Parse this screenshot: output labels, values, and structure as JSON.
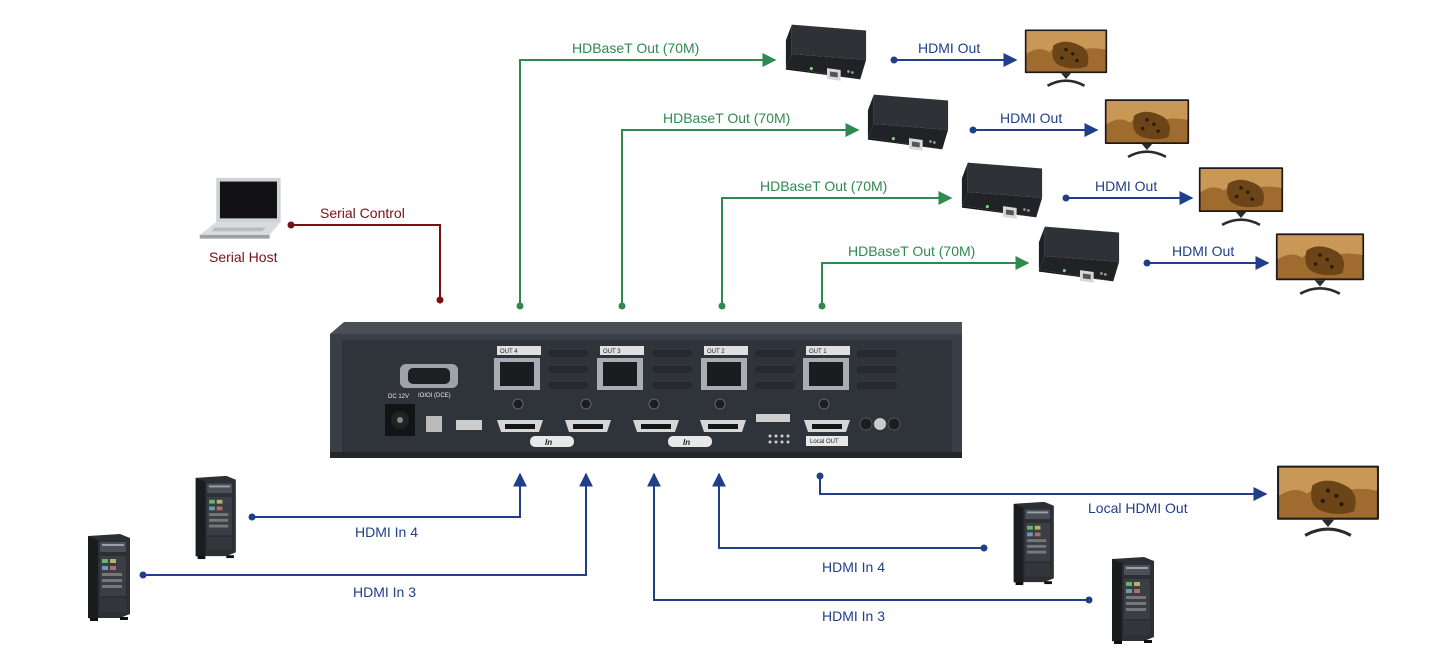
{
  "colors": {
    "serial": "#7a0f14",
    "hdbaset": "#2e8a4e",
    "hdmi": "#1f3f8a",
    "device_body": "#3a3e46",
    "device_face": "#2f333a"
  },
  "labels": {
    "serial_host": "Serial Host",
    "serial_control": "Serial Control",
    "hdbaset_out_1": "HDBaseT Out (70M)",
    "hdbaset_out_2": "HDBaseT Out (70M)",
    "hdbaset_out_3": "HDBaseT Out (70M)",
    "hdbaset_out_4": "HDBaseT Out (70M)",
    "hdmi_out_1": "HDMI Out",
    "hdmi_out_2": "HDMI Out",
    "hdmi_out_3": "HDMI Out",
    "hdmi_out_4": "HDMI Out",
    "local_hdmi_out": "Local HDMI Out",
    "hdmi_in_4_left": "HDMI In 4",
    "hdmi_in_3_left": "HDMI In 3",
    "hdmi_in_4_right": "HDMI In 4",
    "hdmi_in_3_right": "HDMI In 3"
  },
  "device_panel": {
    "out_port_labels": [
      "OUT 4",
      "OUT 3",
      "OUT 2",
      "OUT 1"
    ],
    "local_out_label": "Local OUT",
    "dc_label": "DC 12V",
    "rs232_label": "IOIOI (DCE)",
    "in_group_labels": [
      "In",
      "In"
    ]
  },
  "icons": {
    "laptop": "laptop-icon",
    "receiver": "hdbaset-receiver-icon",
    "monitor": "monitor-icon",
    "tower_pc": "tower-pc-icon"
  }
}
